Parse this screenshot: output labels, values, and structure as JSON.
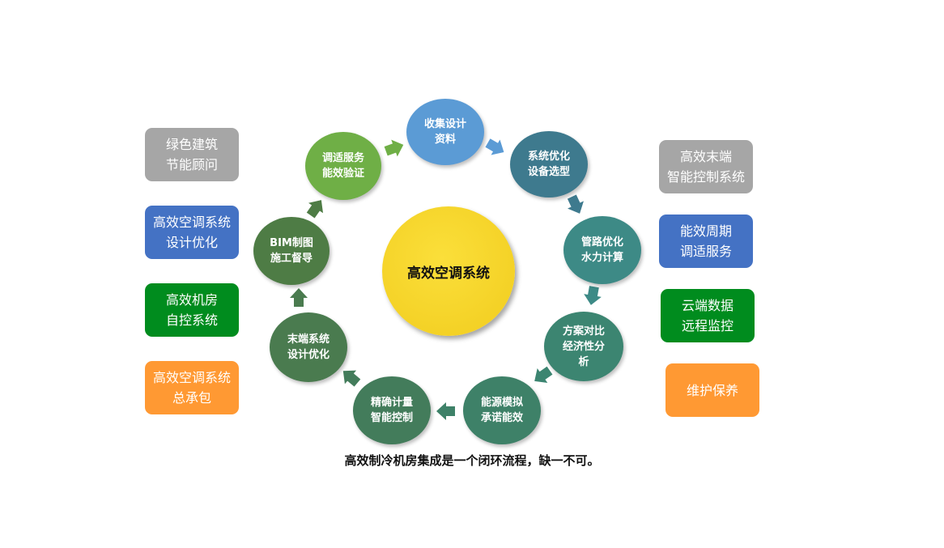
{
  "center_label": "高效空调系统",
  "caption": "高效制冷机房集成是一个闭环流程，缺一不可。",
  "colors": {
    "gray": "#a6a6a6",
    "blue": "#4472c4",
    "green": "#008c1e",
    "orange": "#ff9933",
    "center_yellow": "#f5d02a"
  },
  "left_boxes": [
    {
      "label": "绿色建筑\n节能顾问"
    },
    {
      "label": "高效空调系统\n设计优化"
    },
    {
      "label": "高效机房\n自控系统"
    },
    {
      "label": "高效空调系统\n总承包"
    }
  ],
  "right_boxes": [
    {
      "label": "高效末端\n智能控制系统"
    },
    {
      "label": "能效周期\n调适服务"
    },
    {
      "label": "云端数据\n远程监控"
    },
    {
      "label": "维护保养"
    }
  ],
  "cycle_nodes": [
    {
      "label": "收集设计\n资料",
      "color": "#5b9bd5"
    },
    {
      "label": "系统优化\n设备选型",
      "color": "#3e7a8e"
    },
    {
      "label": "管路优化\n水力计算",
      "color": "#3d8a86"
    },
    {
      "label": "方案对比\n经济性分\n析",
      "color": "#3c8571"
    },
    {
      "label": "能源模拟\n承诺能效",
      "color": "#3e8168"
    },
    {
      "label": "精确计量\n智能控制",
      "color": "#437c5b"
    },
    {
      "label": "末端系统\n设计优化",
      "color": "#4a7b4f"
    },
    {
      "label": "BIM制图\n施工督导",
      "color": "#4e7c45"
    },
    {
      "label": "调适服务\n能效验证",
      "color": "#6faf46"
    }
  ]
}
